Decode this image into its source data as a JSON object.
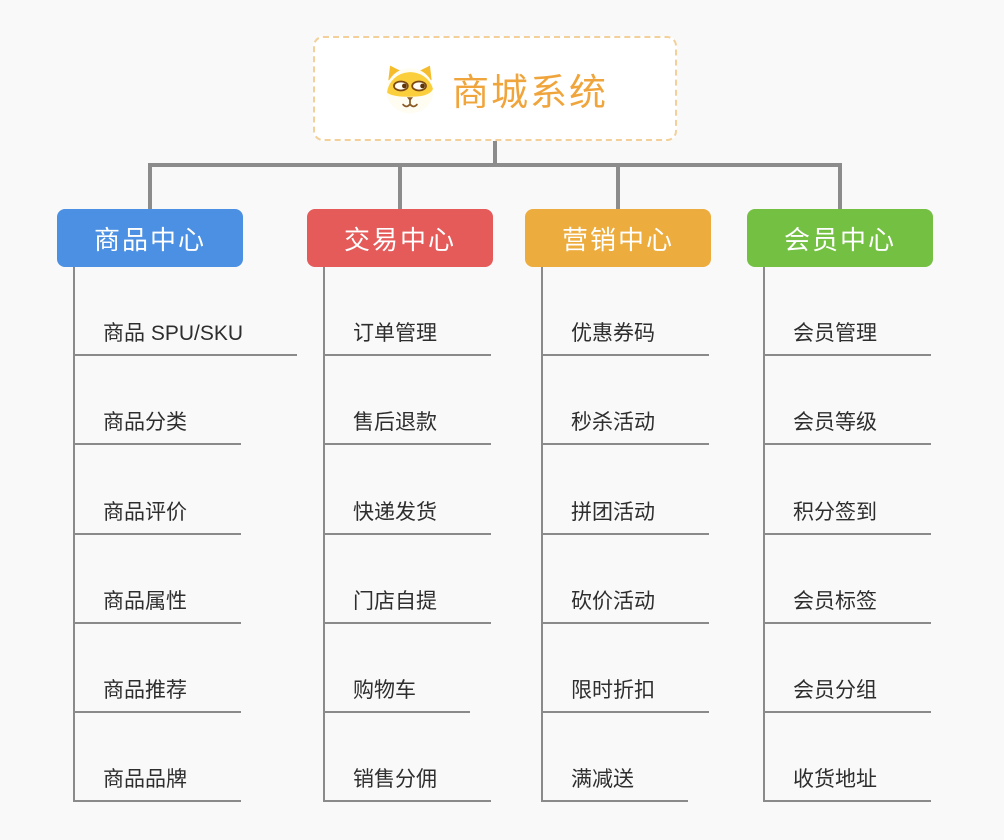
{
  "background_color": "#f9f9f9",
  "connector_color": "#8c8c8c",
  "item_text_color": "#2e2e2e",
  "root": {
    "title": "商城系统",
    "icon": "dog-face-icon",
    "title_color": "#f0a53c",
    "border_color": "#f3d09a"
  },
  "branches": [
    {
      "label": "商品中心",
      "color": "#4b90e2",
      "items": [
        "商品 SPU/SKU",
        "商品分类",
        "商品评价",
        "商品属性",
        "商品推荐",
        "商品品牌"
      ]
    },
    {
      "label": "交易中心",
      "color": "#e45b5a",
      "items": [
        "订单管理",
        "售后退款",
        "快递发货",
        "门店自提",
        "购物车",
        "销售分佣"
      ]
    },
    {
      "label": "营销中心",
      "color": "#ecac3e",
      "items": [
        "优惠券码",
        "秒杀活动",
        "拼团活动",
        "砍价活动",
        "限时折扣",
        "满减送"
      ]
    },
    {
      "label": "会员中心",
      "color": "#74c043",
      "items": [
        "会员管理",
        "会员等级",
        "积分签到",
        "会员标签",
        "会员分组",
        "收货地址"
      ]
    }
  ]
}
